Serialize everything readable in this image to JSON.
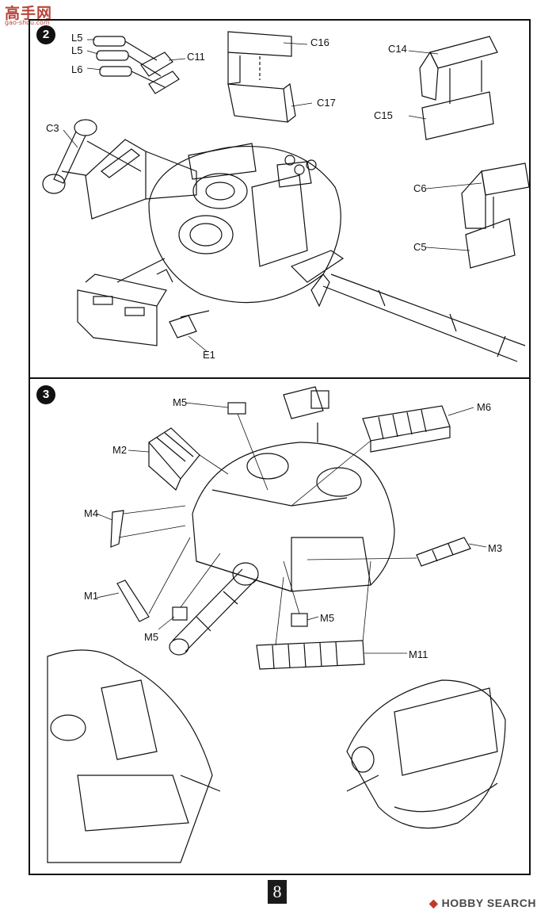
{
  "watermark_top": {
    "text": "高手网",
    "sub": "gao-shou.com"
  },
  "step2": {
    "number": "2",
    "labels": {
      "l5a": "L5",
      "l5b": "L5",
      "l6": "L6",
      "c11": "C11",
      "c16": "C16",
      "c17": "C17",
      "c14": "C14",
      "c15": "C15",
      "c3": "C3",
      "c6": "C6",
      "c5": "C5",
      "e1": "E1"
    }
  },
  "step3": {
    "number": "3",
    "labels": {
      "m5a": "M5",
      "m6": "M6",
      "m2": "M2",
      "m4": "M4",
      "m3": "M3",
      "m1": "M1",
      "m5b": "M5",
      "m5c": "M5",
      "m11": "M11"
    }
  },
  "page_number": "8",
  "watermark_bottom": "HOBBY SEARCH"
}
